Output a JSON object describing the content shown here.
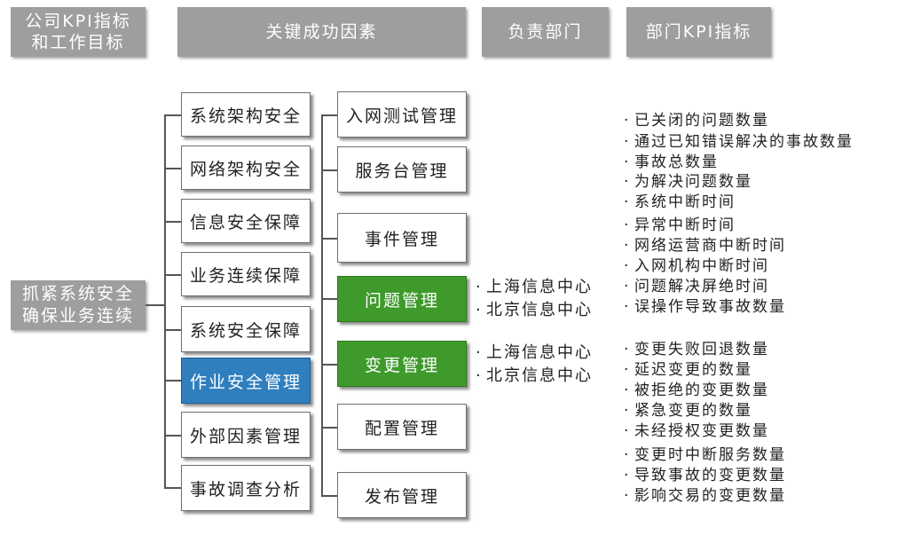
{
  "headers": {
    "company_kpi": [
      "公司KPI指标",
      "和工作目标"
    ],
    "csf": "关键成功因素",
    "dept": "负责部门",
    "dept_kpi": "部门KPI指标"
  },
  "goal": [
    "抓紧系统安全",
    "确保业务连续"
  ],
  "csf_items": [
    "系统架构安全",
    "网络架构安全",
    "信息安全保障",
    "业务连续保障",
    "系统安全保障",
    "作业安全管理",
    "外部因素管理",
    "事故调查分析"
  ],
  "process_items": [
    "入网测试管理",
    "服务台管理",
    "事件管理",
    "问题管理",
    "变更管理",
    "配置管理",
    "发布管理"
  ],
  "dept_groups": {
    "problem": [
      "上海信息中心",
      "北京信息中心"
    ],
    "change": [
      "上海信息中心",
      "北京信息中心"
    ]
  },
  "kpi_groups": {
    "problem": [
      "已关闭的问题数量",
      "通过已知错误解决的事故数量",
      "事故总数量",
      "为解决问题数量",
      "系统中断时间",
      "异常中断时间",
      "网络运营商中断时间",
      "入网机构中断时间",
      "问题解决屏绝时间",
      "误操作导致事故数量"
    ],
    "change": [
      "变更失败回退数量",
      "延迟变更的数量",
      "被拒绝的变更数量",
      "紧急变更的数量",
      "未经授权变更数量",
      "变更时中断服务数量",
      "导致事故的变更数量",
      "影响交易的变更数量"
    ]
  },
  "bullet": "·",
  "colors": {
    "header_bg": "#9e9e9e",
    "highlight_blue": "#2f7fbf",
    "highlight_green": "#3f9a2c"
  }
}
